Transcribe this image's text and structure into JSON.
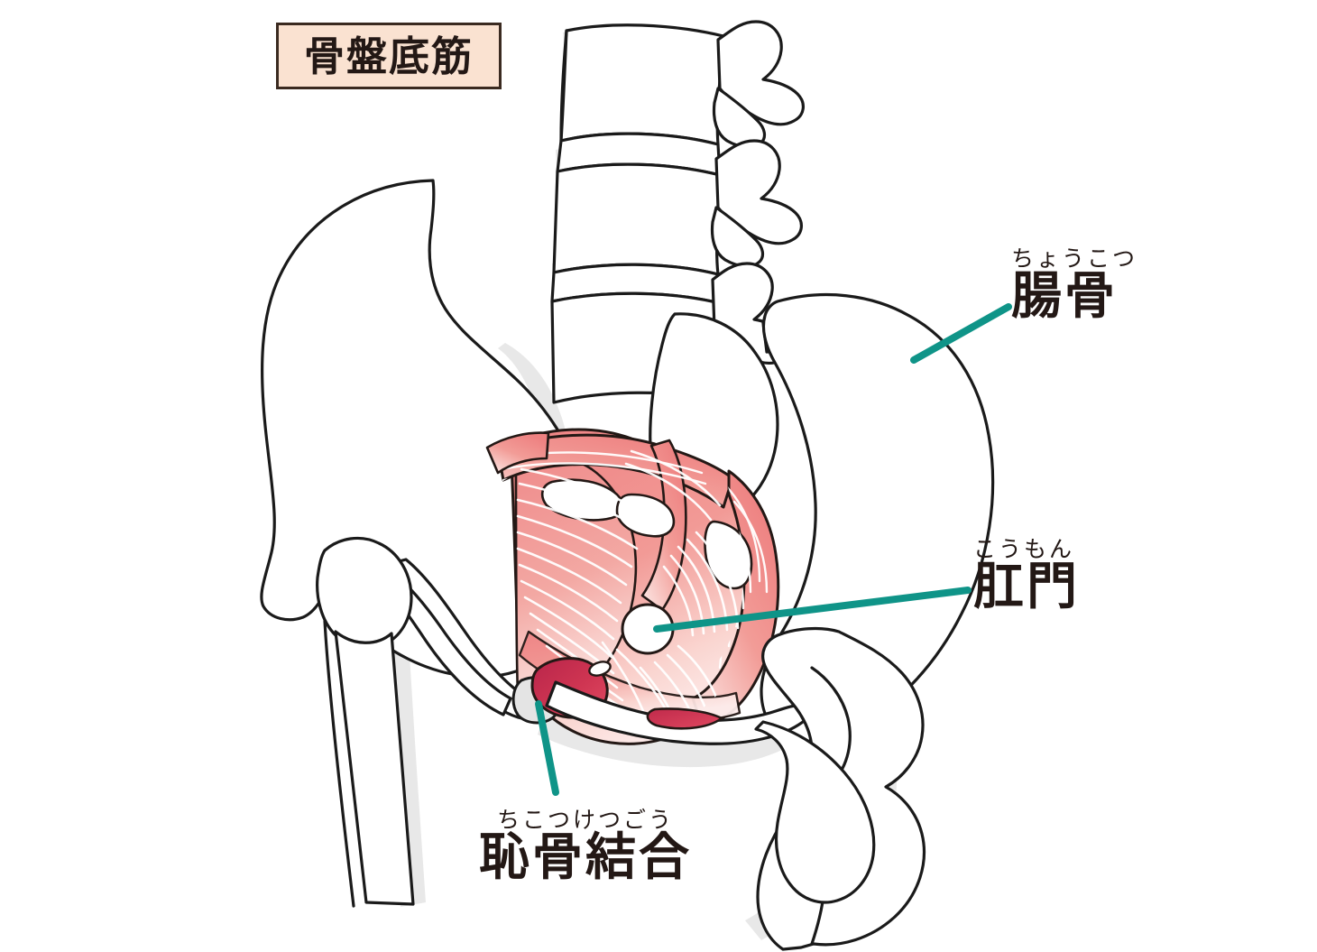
{
  "figure": {
    "title_box": {
      "text": "骨盤底筋",
      "fill": "#fae2d1",
      "border": "#3a2a20",
      "text_color": "#231815"
    },
    "subject": "female-pelvis-pelvic-floor-muscles",
    "view": "oblique-anterior-superior",
    "labels": [
      {
        "id": "ilium",
        "furigana": "ちょうこつ",
        "kanji": "腸骨",
        "leader_from": [
          1118,
          340
        ],
        "leader_to": [
          1013,
          399
        ]
      },
      {
        "id": "anus",
        "furigana": "こうもん",
        "kanji": "肛門",
        "leader_from": [
          1073,
          654
        ],
        "leader_to": [
          728,
          697
        ]
      },
      {
        "id": "symphysis",
        "furigana": "ちこつけつごう",
        "kanji": "恥骨結合",
        "leader_from": [
          616,
          878
        ],
        "leader_to": [
          597,
          780
        ]
      }
    ],
    "colors": {
      "leader_line": "#0f9488",
      "bone_fill": "#ffffff",
      "bone_outline": "#1a1a1a",
      "bone_shadow": "#e6e6e6",
      "cartilage": "#e4e4e4",
      "muscle_dark": "#ef8b8b",
      "muscle_mid": "#f09a9a",
      "muscle_light": "#fbe0dd",
      "muscle_outline": "#231815",
      "muscle_striation": "#ffffff",
      "organ_crimson": "#c9304f",
      "organ_crimson_dark": "#a8213c",
      "background": "#ffffff"
    }
  }
}
